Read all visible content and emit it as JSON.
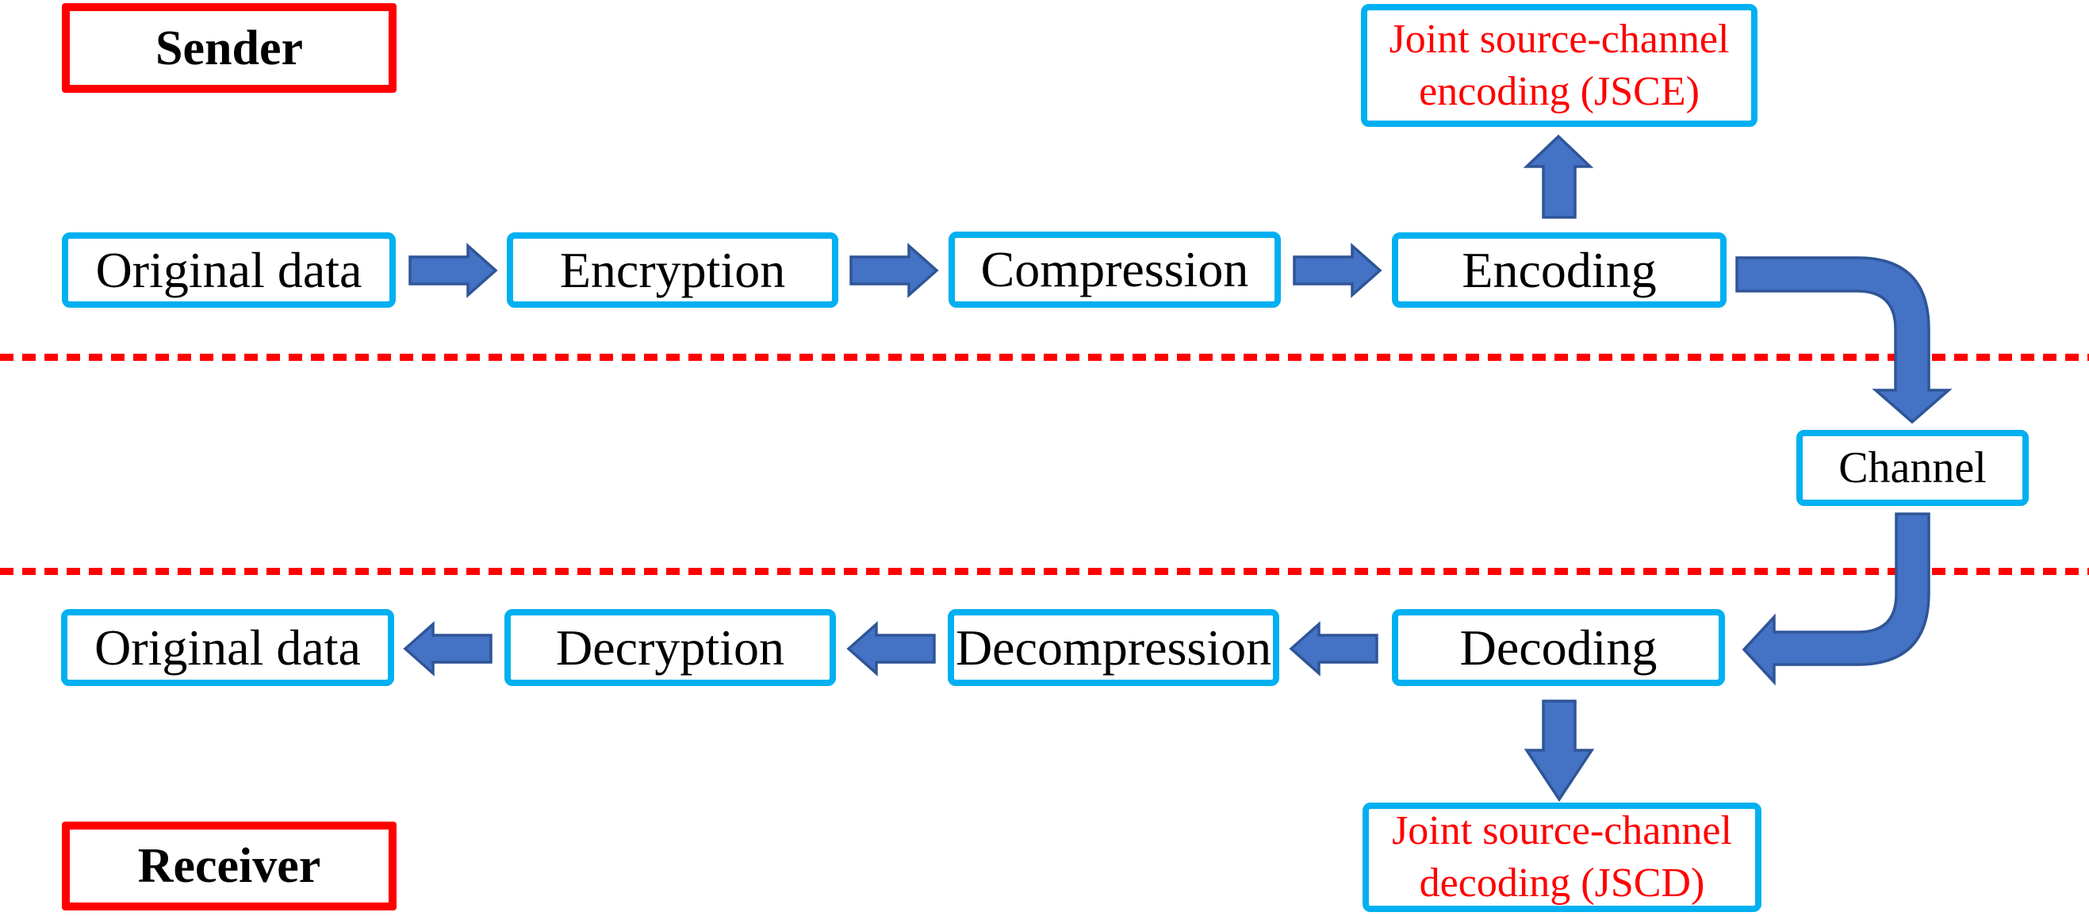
{
  "colors": {
    "accent-cyan": "#00b0f0",
    "accent-red": "#ff0000",
    "arrow-fill": "#4472c4",
    "arrow-stroke": "#2f5597",
    "text-black": "#000000",
    "bg": "#ffffff"
  },
  "labels": {
    "sender": "Sender",
    "receiver": "Receiver"
  },
  "sender_flow": {
    "boxes": [
      {
        "label": "Original data"
      },
      {
        "label": "Encryption"
      },
      {
        "label": "Compression"
      },
      {
        "label": "Encoding"
      }
    ]
  },
  "receiver_flow": {
    "boxes": [
      {
        "label": "Decoding"
      },
      {
        "label": "Decompression"
      },
      {
        "label": "Decryption"
      },
      {
        "label": "Original data"
      }
    ]
  },
  "jsce": {
    "lines": [
      "Joint source-channel",
      "encoding (JSCE)"
    ]
  },
  "jscd": {
    "lines": [
      "Joint source-channel",
      "decoding (JSCD)"
    ]
  },
  "channel": {
    "label": "Channel"
  }
}
